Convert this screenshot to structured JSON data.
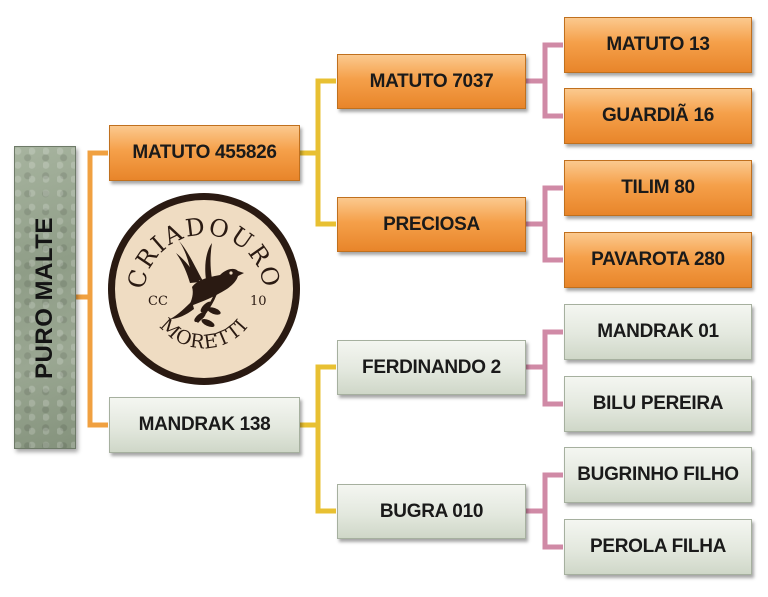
{
  "root": {
    "label": "PURO MALTE"
  },
  "parents": {
    "sire": "MATUTO 455826",
    "dam": "MANDRAK 138"
  },
  "grandparents": {
    "sire_sire": "MATUTO 7037",
    "sire_dam": "PRECIOSA",
    "dam_sire": "FERDINANDO 2",
    "dam_dam": "BUGRA 010"
  },
  "great_grandparents": [
    "MATUTO 13",
    "GUARDIÃ 16",
    "TILIM 80",
    "PAVAROTA 280",
    "MANDRAK 01",
    "BILU PEREIRA",
    "BUGRINHO FILHO",
    "PEROLA FILHA"
  ],
  "logo": {
    "top_text": "CRIADOURO",
    "bottom_text": "MORETTI",
    "left_text": "CC",
    "right_text": "10",
    "icon": "dove-with-olive-branch-icon"
  },
  "colors": {
    "orange_box": "#f5a04a",
    "grey_box": "#e3e8de",
    "connector_orange": "#f0a040",
    "connector_yellow": "#e8c032",
    "connector_pink": "#d08aa6",
    "logo_fill": "#efdcc2",
    "logo_ring": "#2a1a12"
  }
}
